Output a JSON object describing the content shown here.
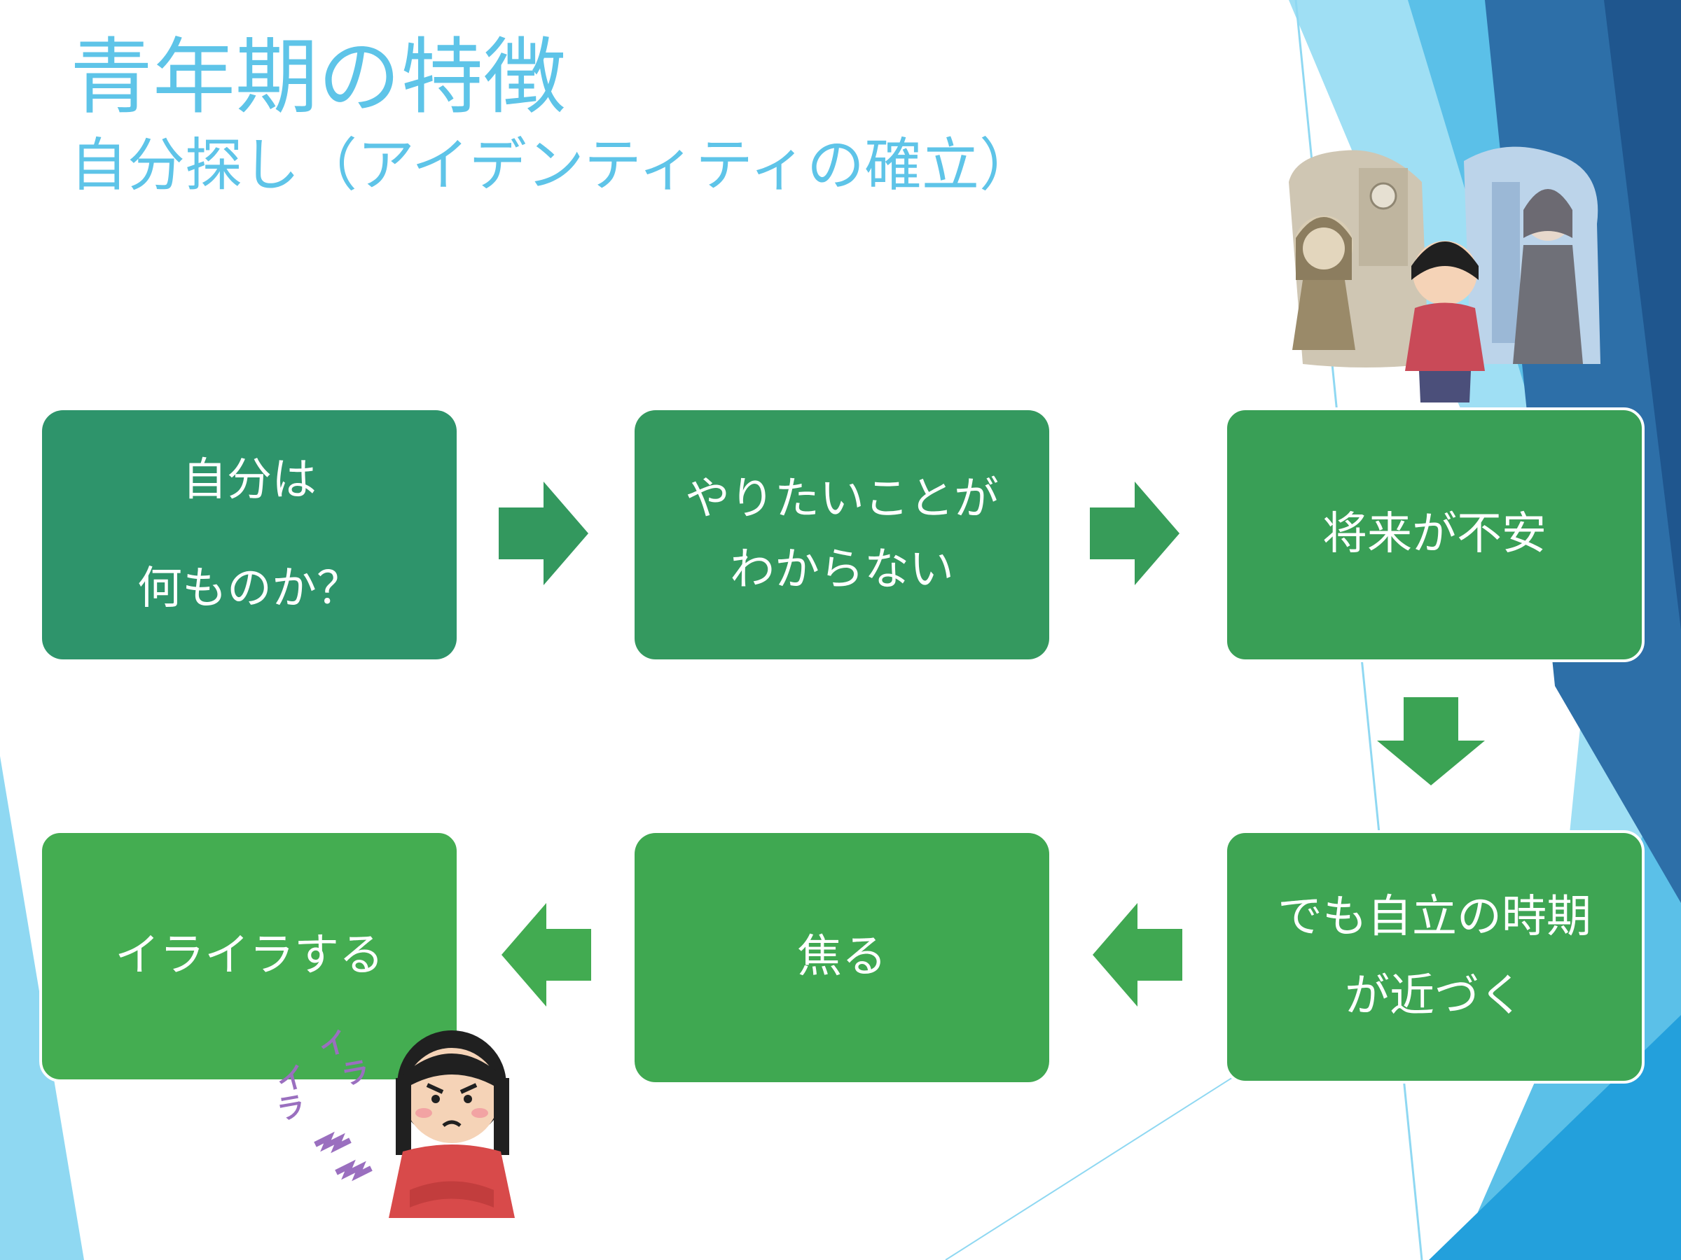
{
  "slide": {
    "title": "青年期の特徴",
    "subtitle": "自分探し（アイデンティティの確立）"
  },
  "flow": [
    {
      "lines": [
        "自分は",
        "何ものか？"
      ],
      "color": "#2e946b"
    },
    {
      "lines": [
        "やりたいことが",
        "わからない"
      ],
      "color": "#34995f"
    },
    {
      "lines": [
        "将来が不安"
      ],
      "color": "#399f56"
    },
    {
      "lines": [
        "でも自立の時期",
        "が近づく"
      ],
      "color": "#3ea553"
    },
    {
      "lines": [
        "焦る"
      ],
      "color": "#3fa851"
    },
    {
      "lines": [
        "イライラする"
      ],
      "color": "#44ad51"
    }
  ],
  "sticker_text": [
    "イ",
    "ラ",
    "イ",
    "ラ"
  ],
  "colors": {
    "title": "#5ec4e8",
    "arrow": "#36a060",
    "deco_light": "#8fd8f2",
    "deco_mid": "#46b4e0",
    "deco_dark": "#2a6aa6"
  },
  "icons": [
    "person-past-future-illustration",
    "frustrated-girl-illustration"
  ]
}
